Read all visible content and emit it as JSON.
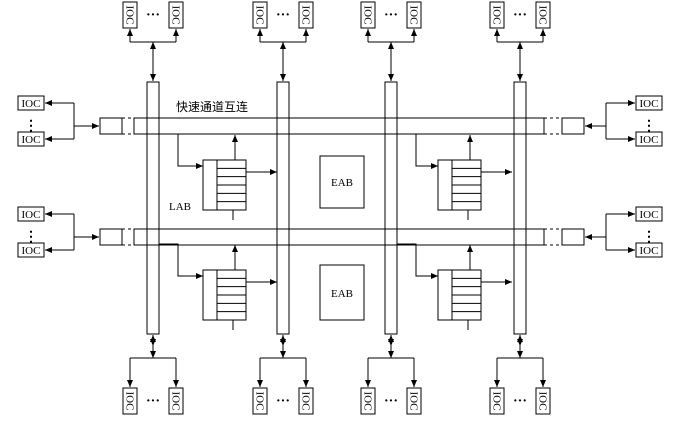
{
  "labels": {
    "ioc": "IOC",
    "ellipsis_h": "···",
    "ellipsis_v": "⋮",
    "fast_interconnect": "快速通道互连",
    "lab": "LAB",
    "eab_top": "EAB",
    "eab_bottom": "EAB"
  },
  "colors": {
    "line": "#000000",
    "background": "#ffffff"
  }
}
